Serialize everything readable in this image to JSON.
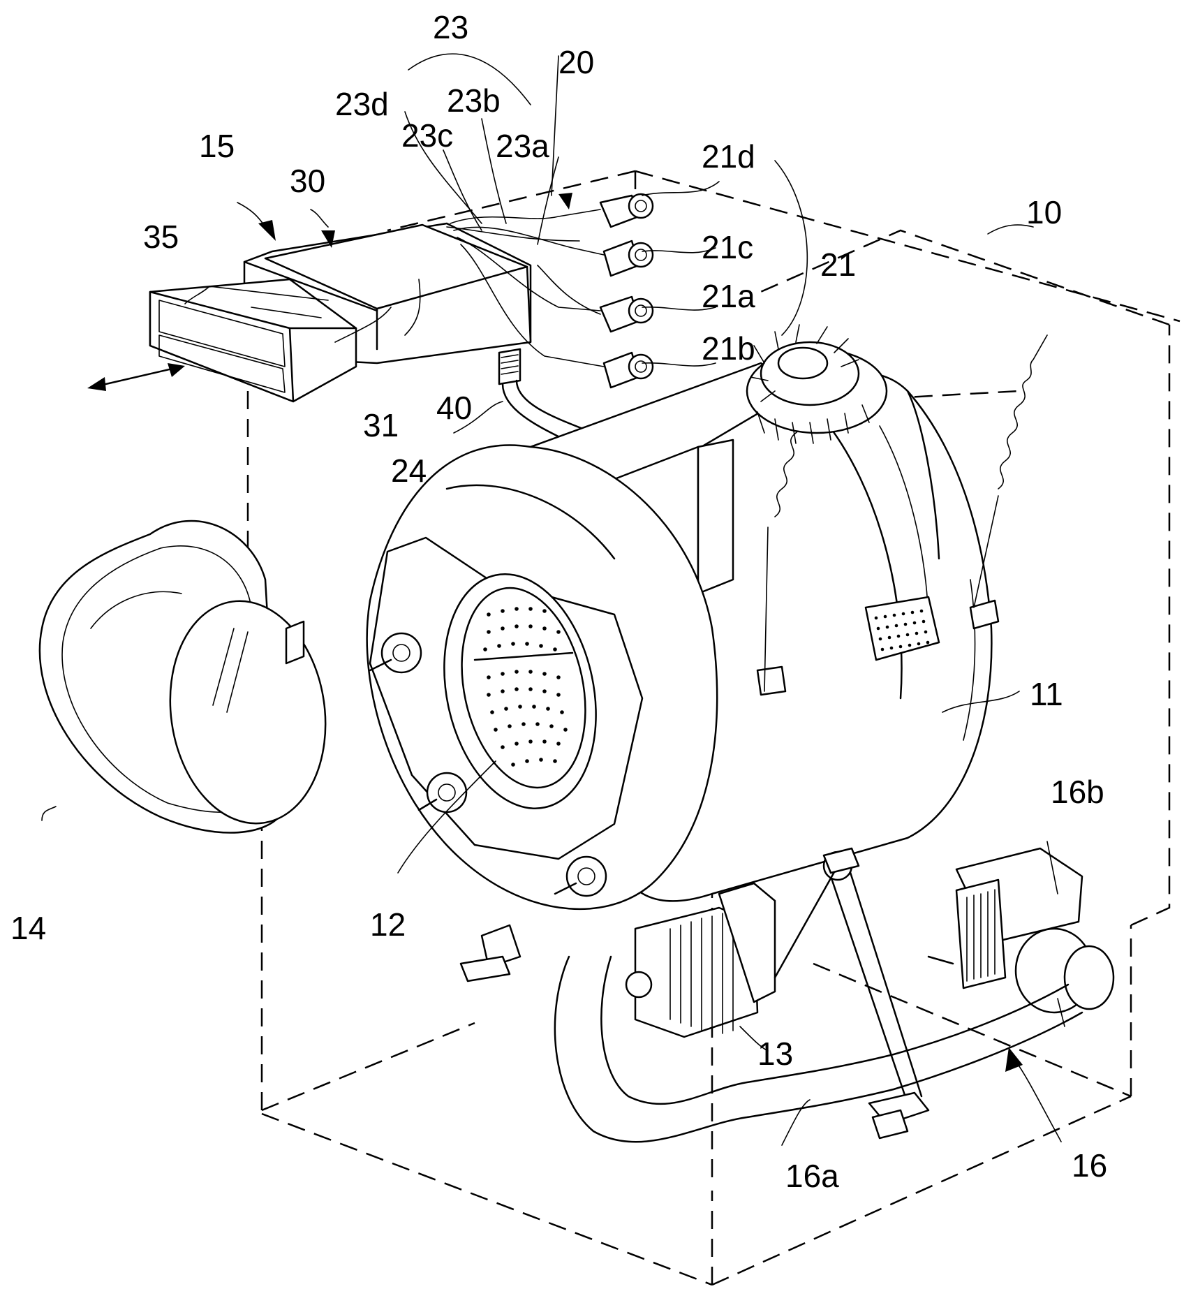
{
  "labels": {
    "cabinet": "10",
    "tub": "11",
    "drum": "12",
    "motor": "13",
    "door": "14",
    "detergent_supply_device": "15",
    "drain_device": "16",
    "drain_hose": "16a",
    "drain_pump": "16b",
    "water_supply_device": "20",
    "valve_group": "21",
    "valve_a": "21a",
    "valve_b": "21b",
    "valve_c": "21c",
    "valve_d": "21d",
    "pipe_group": "23",
    "pipe_a": "23a",
    "pipe_b": "23b",
    "pipe_c": "23c",
    "pipe_d": "23d",
    "connecting_pipe": "24",
    "housing": "30",
    "housing_body": "31",
    "detergent_drawer": "35",
    "water_distributor": "40"
  }
}
